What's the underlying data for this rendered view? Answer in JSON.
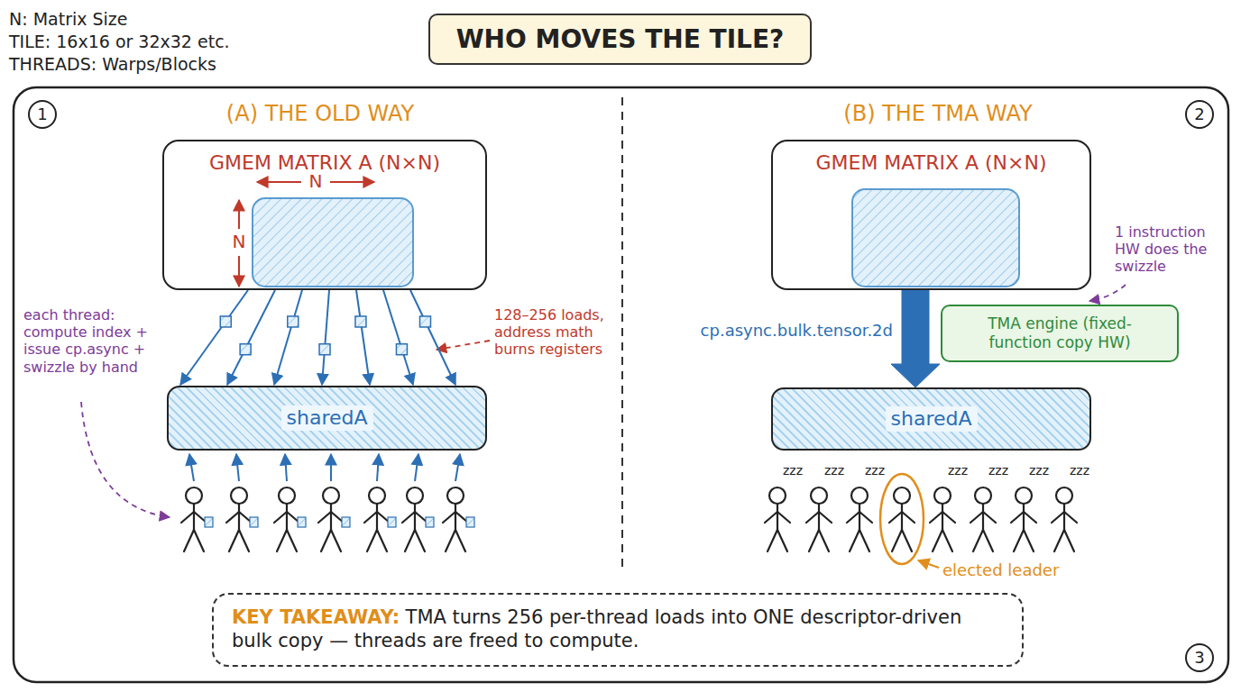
{
  "diagram": {
    "title": "WHO MOVES THE TILE?",
    "nodes": [
      {
        "text": [
          "GMEM MATRIX A (N×N)"
        ]
      },
      {
        "text": [
          "sharedA"
        ]
      },
      {
        "text": [
          "GMEM MATRIX A (N×N)"
        ]
      },
      {
        "text": [
          "sharedA"
        ]
      },
      {
        "text": [
          "TMA engine (fixed-function copy HW)"
        ]
      },
      {
        "text": [
          "KEY TAKEAWAY:",
          "TMA turns 256 per-thread loads into ONE descriptor-driven bulk copy — threads are freed to compute."
        ]
      }
    ],
    "edges": [
      {
        "from": 0,
        "to": 1,
        "arrow": "to"
      },
      {
        "from": 0,
        "to": 1,
        "arrow": "to"
      },
      {
        "from": 0,
        "to": 1,
        "arrow": "to"
      },
      {
        "from": 0,
        "to": 1,
        "arrow": "to"
      },
      {
        "from": 0,
        "to": 1,
        "arrow": "to"
      },
      {
        "from": 0,
        "to": 1,
        "arrow": "to"
      },
      {
        "from": 0,
        "to": 1,
        "arrow": "to"
      },
      {
        "from": 2,
        "to": 3,
        "arrow": "to",
        "label": "cp.async.bulk.tensor.2d"
      }
    ],
    "labels": [
      "N: Matrix Size",
      "TILE: 16x16 or 32x32 etc.",
      "THREADS: Warps/Blocks",
      "1",
      "(A) THE OLD WAY",
      "N",
      "N",
      "each thread: compute index + issue cp.async + swizzle by hand",
      "128–256 loads, address math burns registers",
      "2",
      "(B) THE TMA WAY",
      "1 instruction HW does the swizzle",
      "zzz",
      "zzz",
      "zzz",
      "zzz",
      "zzz",
      "zzz",
      "zzz",
      "elected leader",
      "3"
    ]
  }
}
